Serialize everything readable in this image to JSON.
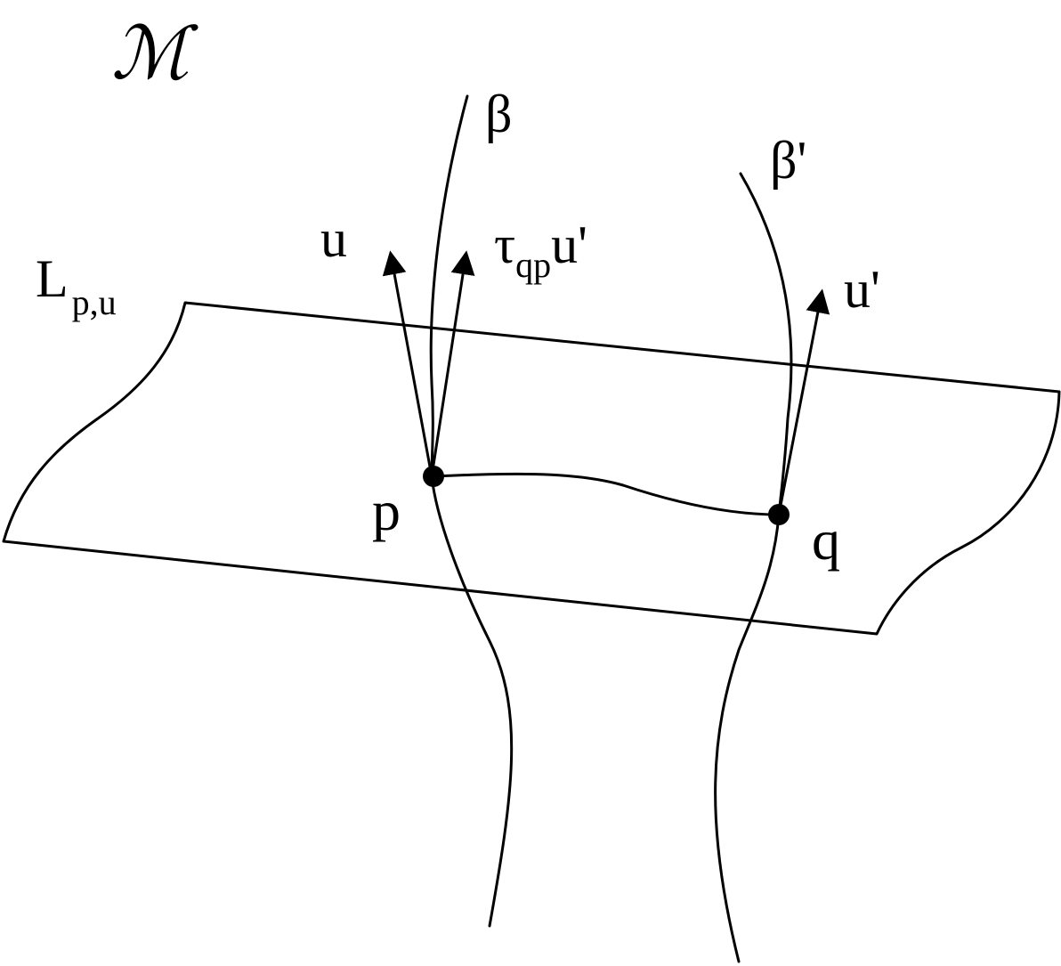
{
  "diagram": {
    "manifold_label": "ℳ",
    "leaf": {
      "label_main": "L",
      "label_sub": "p,u"
    },
    "curves": {
      "beta": "β",
      "beta_prime": "β'"
    },
    "points": {
      "p": "p",
      "q": "q"
    },
    "vectors": {
      "u": "u",
      "tau_main": "τ",
      "tau_sub": "qp",
      "tau_tail": "u'",
      "u_prime": "u'"
    },
    "colors": {
      "ink": "#000000",
      "background": "#ffffff"
    }
  }
}
